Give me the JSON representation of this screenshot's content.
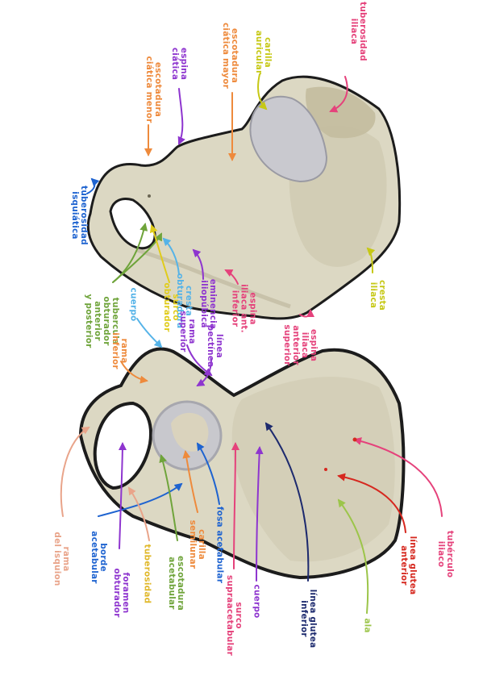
{
  "colors": {
    "bone": "#dcd8c3",
    "bone_shadow": "#b9b49c",
    "outline": "#1c1c1c",
    "cartilage": "#c9c9cf",
    "pink": "#e5427b",
    "orange": "#ee8a3c",
    "yellow": "#c6c815",
    "purple": "#8e35cf",
    "blue": "#1e63d0",
    "light_blue": "#55b3e8",
    "green": "#6fa43b",
    "dark_blue": "#1d2a6e",
    "red": "#d6281f",
    "salmon": "#f08f6c",
    "peach": "#e9a48a"
  },
  "labels": {
    "tuberosidad_iliaca": "tuberosidad\niliaca",
    "carilla_auricular": "carilla\nauricular",
    "escotadura_ciatica_mayor": "escotadura\nciática mayor",
    "espina_ciatica": "espina\nciática",
    "escotadura_ciatica_menor": "escotadura\nciática menor",
    "tuberosidad_isquiatica": "tuberosidad\nisquiática",
    "tubercula_obturador": "tubercula\nobturador\nanterior\ny posterior",
    "surco_obturador": "surco\nobturador",
    "cresta_obturadora": "cresta\nobturadora",
    "eminencia_iliopubica": "eminencia\niliopúbica",
    "espina_iliaca_ant_inf": "espina\niliaca ant.\ninferior",
    "espina_iliaca_ant_sup": "espina\niliaca\nanterior\nsuperior",
    "cresta_iliaca": "cresta\niliaca",
    "cuerpo_pubis": "cuerpo",
    "rama_superior": "rama\nsuperior",
    "linea_pectinea": "línea\npectínea",
    "rama_inferior": "rama\ninferior",
    "rama_isquion": "rama\ndel isquion",
    "borde_acetabular": "borde\nacetabular",
    "foramen_obturador": "foramen\nobturador",
    "tuberosidad": "tuberosidad",
    "escotadura_acetabular": "escotadura\nacetabular",
    "carilla_semilunar": "carilla\nsemilunar",
    "fosa_acetabular": "fosa acetabular",
    "surco_supraacetabular": "surco\nsupraacetabular",
    "cuerpo_ilion": "cuerpo",
    "linea_glutea_inferior": "línea glutea\ninferior",
    "ala": "ala",
    "linea_glutea_anterior": "línea glutea\nanterior",
    "tuberculo_iliaco": "tubérculo\niliaco"
  }
}
